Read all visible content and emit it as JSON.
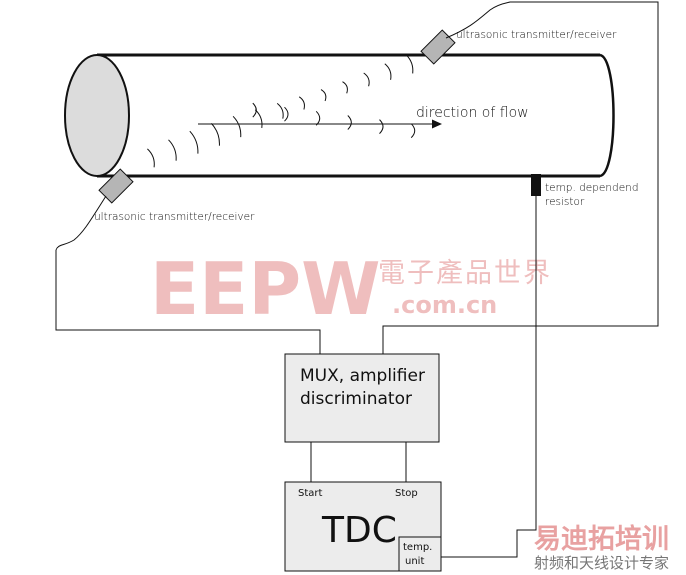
{
  "diagram": {
    "labels": {
      "transducer_top": "ultrasonic transmitter/receiver",
      "transducer_bottom": "ultrasonic transmitter/receiver",
      "flow": "direction of flow",
      "resistor_line1": "temp. dependend",
      "resistor_line2": "resistor"
    },
    "mux_box": {
      "line1": "MUX, amplifier",
      "line2": "discriminator"
    },
    "tdc_box": {
      "title": "TDC",
      "start": "Start",
      "stop": "Stop",
      "temp_unit_line1": "temp.",
      "temp_unit_line2": "unit"
    }
  },
  "watermarks": {
    "eepw_logo": "EEPW",
    "eepw_cn": "電子產品世界",
    "eepw_url": ".com.cn",
    "corner_title": "易迪拓培训",
    "corner_subtitle": "射频和天线设计专家"
  },
  "colors": {
    "line": "#111111",
    "pipe_end_fill": "#dcdcdc",
    "box_fill": "#ececec",
    "transducer_fill": "#b5b5b5",
    "watermark_red": "#e38a8a"
  }
}
